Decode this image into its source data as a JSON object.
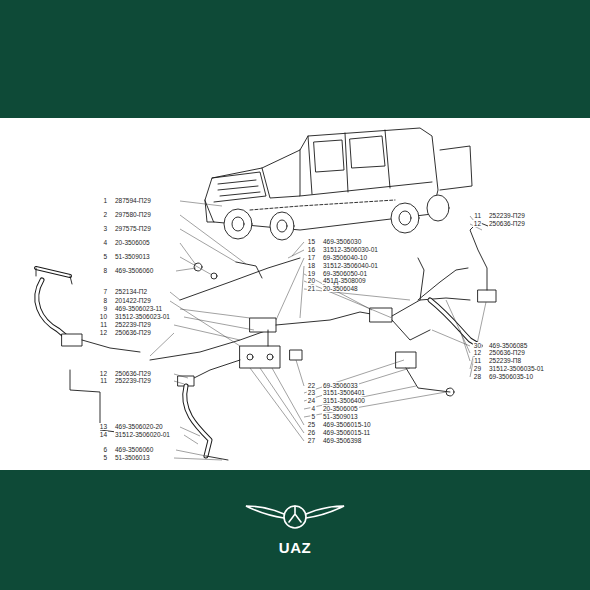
{
  "diagram": {
    "labels": [
      "1",
      "287594-П29",
      "2",
      "297580-П29",
      "3",
      "297575-П29",
      "4",
      "20-3506005",
      "5",
      "51-3509013",
      "8",
      "469-3506060",
      "7",
      "252134-П2",
      "8",
      "201422-П29",
      "9",
      "469-3506023-11",
      "10",
      "31512-3506023-01",
      "11",
      "252239-П29",
      "12",
      "250636-П29",
      "12",
      "250636-П29",
      "11",
      "252239-П29",
      "13",
      "469-3506020-20",
      "14",
      "31512-3506020-01",
      "6",
      "469-3506060",
      "5",
      "51-3506013",
      "15",
      "469-3506030",
      "16",
      "31512-3506030-01",
      "17",
      "69-3506040-10",
      "18",
      "31512-3506040-01",
      "19",
      "69-3506050-01",
      "20",
      "451Д-3508009",
      "21",
      "20-3506048",
      "11",
      "252239-П29",
      "12",
      "250636-П29",
      "22",
      "69-3506033",
      "23",
      "3151-3506401",
      "24",
      "3151-3506400",
      "4",
      "20-3506005",
      "5",
      "51-3509013",
      "25",
      "469-3506015-10",
      "26",
      "469-3506015-11",
      "27",
      "469-3506398",
      "30",
      "469-3506085",
      "12",
      "250636-П29",
      "11",
      "252239-П8",
      "29",
      "31512-3506035-01",
      "28",
      "69-3506035-10",
      "UAZ"
    ]
  }
}
